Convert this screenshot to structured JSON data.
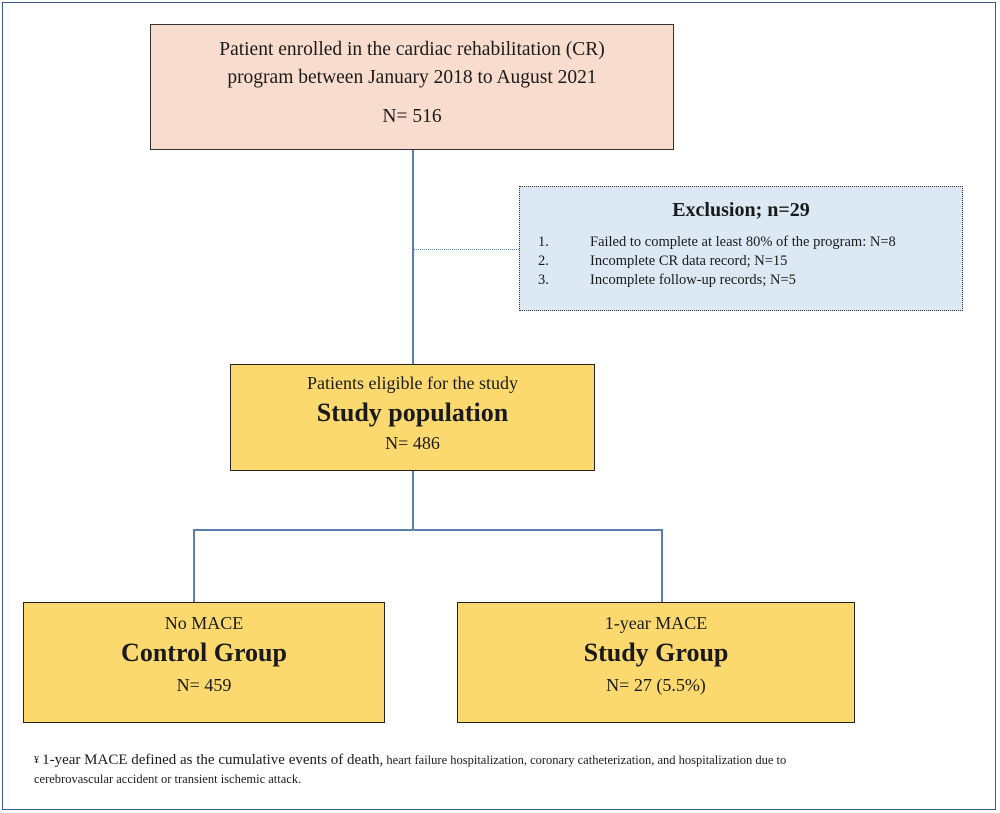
{
  "enrollment": {
    "line1": "Patient enrolled in the cardiac rehabilitation (CR)",
    "line2": "program between January 2018 to August 2021",
    "n": "N= 516"
  },
  "exclusion": {
    "title": "Exclusion; n=29",
    "items": [
      {
        "num": "1.",
        "text": "Failed to complete at least 80% of the program: N=8"
      },
      {
        "num": "2.",
        "text": "Incomplete CR data record; N=15"
      },
      {
        "num": "3.",
        "text": "Incomplete follow-up records; N=5"
      }
    ]
  },
  "study_population": {
    "subtitle": "Patients eligible for the study",
    "title": "Study population",
    "n": "N= 486"
  },
  "control_group": {
    "subtitle": "No MACE",
    "title": "Control Group",
    "n": "N= 459"
  },
  "study_group": {
    "subtitle": "1-year MACE",
    "title": "Study Group",
    "n": "N= 27 (5.5%)"
  },
  "footnote": {
    "symbol": "¥",
    "lead": "1-year MACE defined as the cumulative events of death,",
    "rest": "heart failure hospitalization, coronary catheterization, and hospitalization due to",
    "line2": "cerebrovascular accident or transient ischemic attack."
  }
}
